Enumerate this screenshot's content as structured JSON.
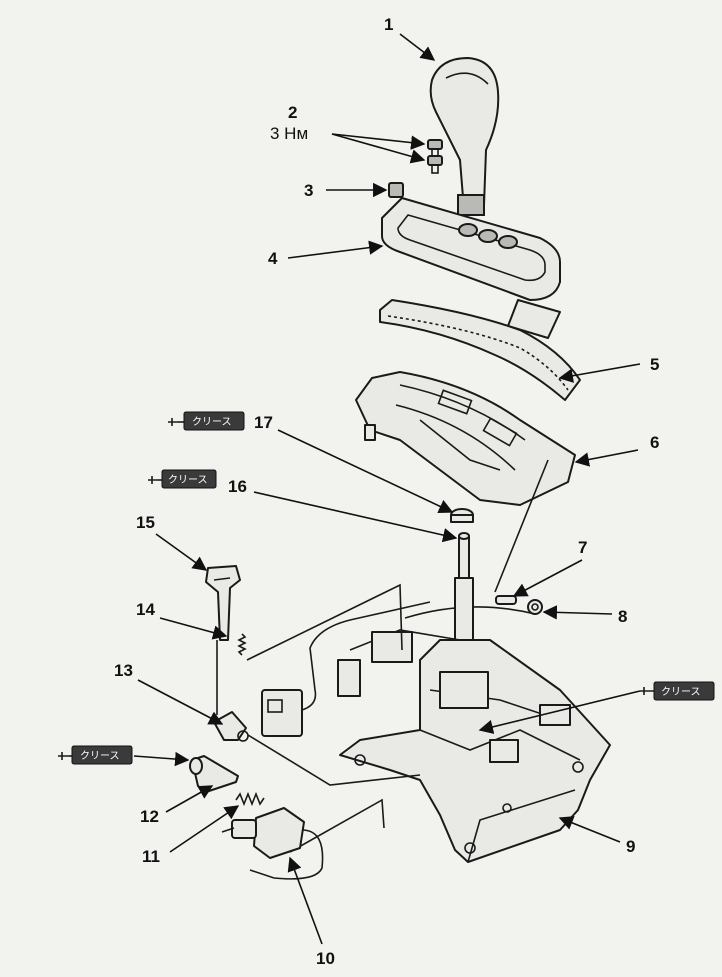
{
  "callouts": {
    "c1": "1",
    "c2": "2",
    "c3": "3",
    "c4": "4",
    "c5": "5",
    "c6": "6",
    "c7": "7",
    "c8": "8",
    "c9": "9",
    "c10": "10",
    "c11": "11",
    "c12": "12",
    "c13": "13",
    "c14": "14",
    "c15": "15",
    "c16": "16",
    "c17": "17"
  },
  "torque_label": "3 Нм",
  "grease_label": "クリース",
  "icons": {
    "grease": "grease-gun-icon"
  },
  "colors": {
    "line": "#1a1a1a",
    "part_fill": "#e9e9e6",
    "grease_tag": "#3a3a3a",
    "background": "#f2f2ef"
  }
}
